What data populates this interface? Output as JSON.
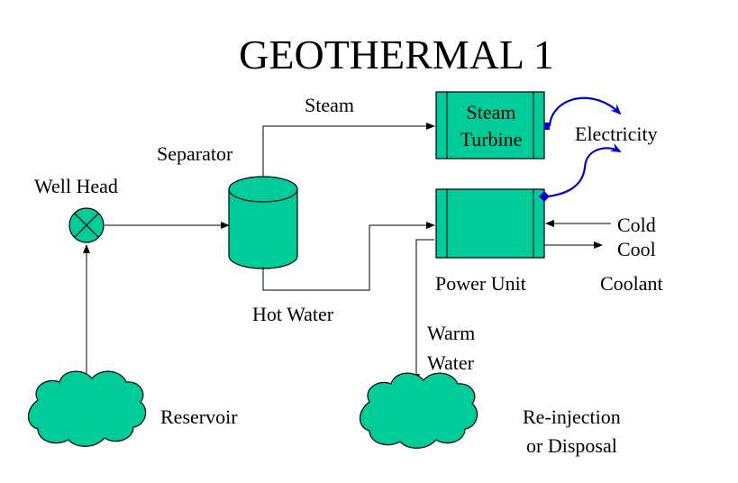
{
  "title": "GEOTHERMAL 1",
  "colors": {
    "equipment_fill": "#00cc99",
    "line": "#000000",
    "electric": "#0000cc"
  },
  "labels": {
    "well_head": "Well Head",
    "separator": "Separator",
    "steam": "Steam",
    "hot_water": "Hot Water",
    "electricity": "Electricity",
    "cold_coolant_line1": "Cold",
    "cold_coolant_line2": "Cool",
    "coolant": "Coolant",
    "power_unit": "Power Unit",
    "warm_water_line1": "Warm",
    "warm_water_line2": "Water",
    "reservoir": "Reservoir",
    "reinjection_line1": "Re-injection",
    "reinjection_line2": "or Disposal"
  },
  "steam_turbine": {
    "line1": "Steam",
    "line2": "Turbine"
  }
}
